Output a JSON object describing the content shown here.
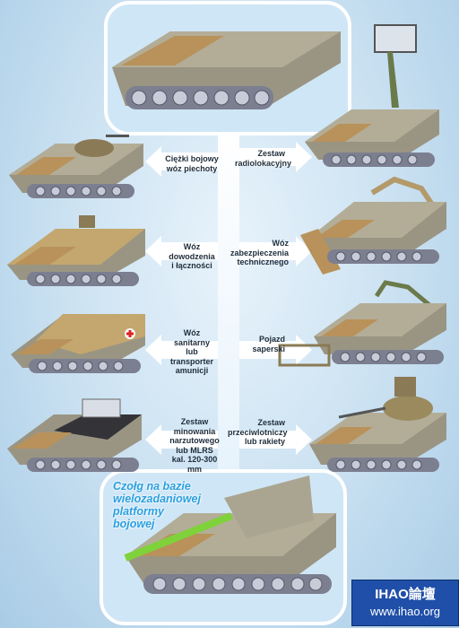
{
  "labels": {
    "l1": "Ciężki bojowy\nwóz piechoty",
    "r1": "Zestaw\nradiolokacyjny",
    "l2": "Wóz dowodzenia\ni łączności",
    "r2": "Wóz\nzabezpieczenia\ntechnicznego",
    "l3": "Wóz sanitarny\nlub transporter\namunicji",
    "r3": "Pojazd\nsaperski",
    "l4": "Zestaw minowania\nnarzutowego\nlub MLRS\nkal. 120-300 mm",
    "r4": "Zestaw\nprzeciwlotniczy\nlub rakiety"
  },
  "caption": "Czołg na bazie\nwielozadaniowej\nplatformy\nbojowej",
  "watermark": {
    "line1": "IHAO論壇",
    "line2": "www.ihao.org"
  },
  "colors": {
    "accent_blue": "#2a9fe0",
    "panel": "#cfe6f6",
    "hull": "#9a9583",
    "deck": "#b3ad97",
    "sand": "#b8925a",
    "track": "#7b7f90"
  }
}
